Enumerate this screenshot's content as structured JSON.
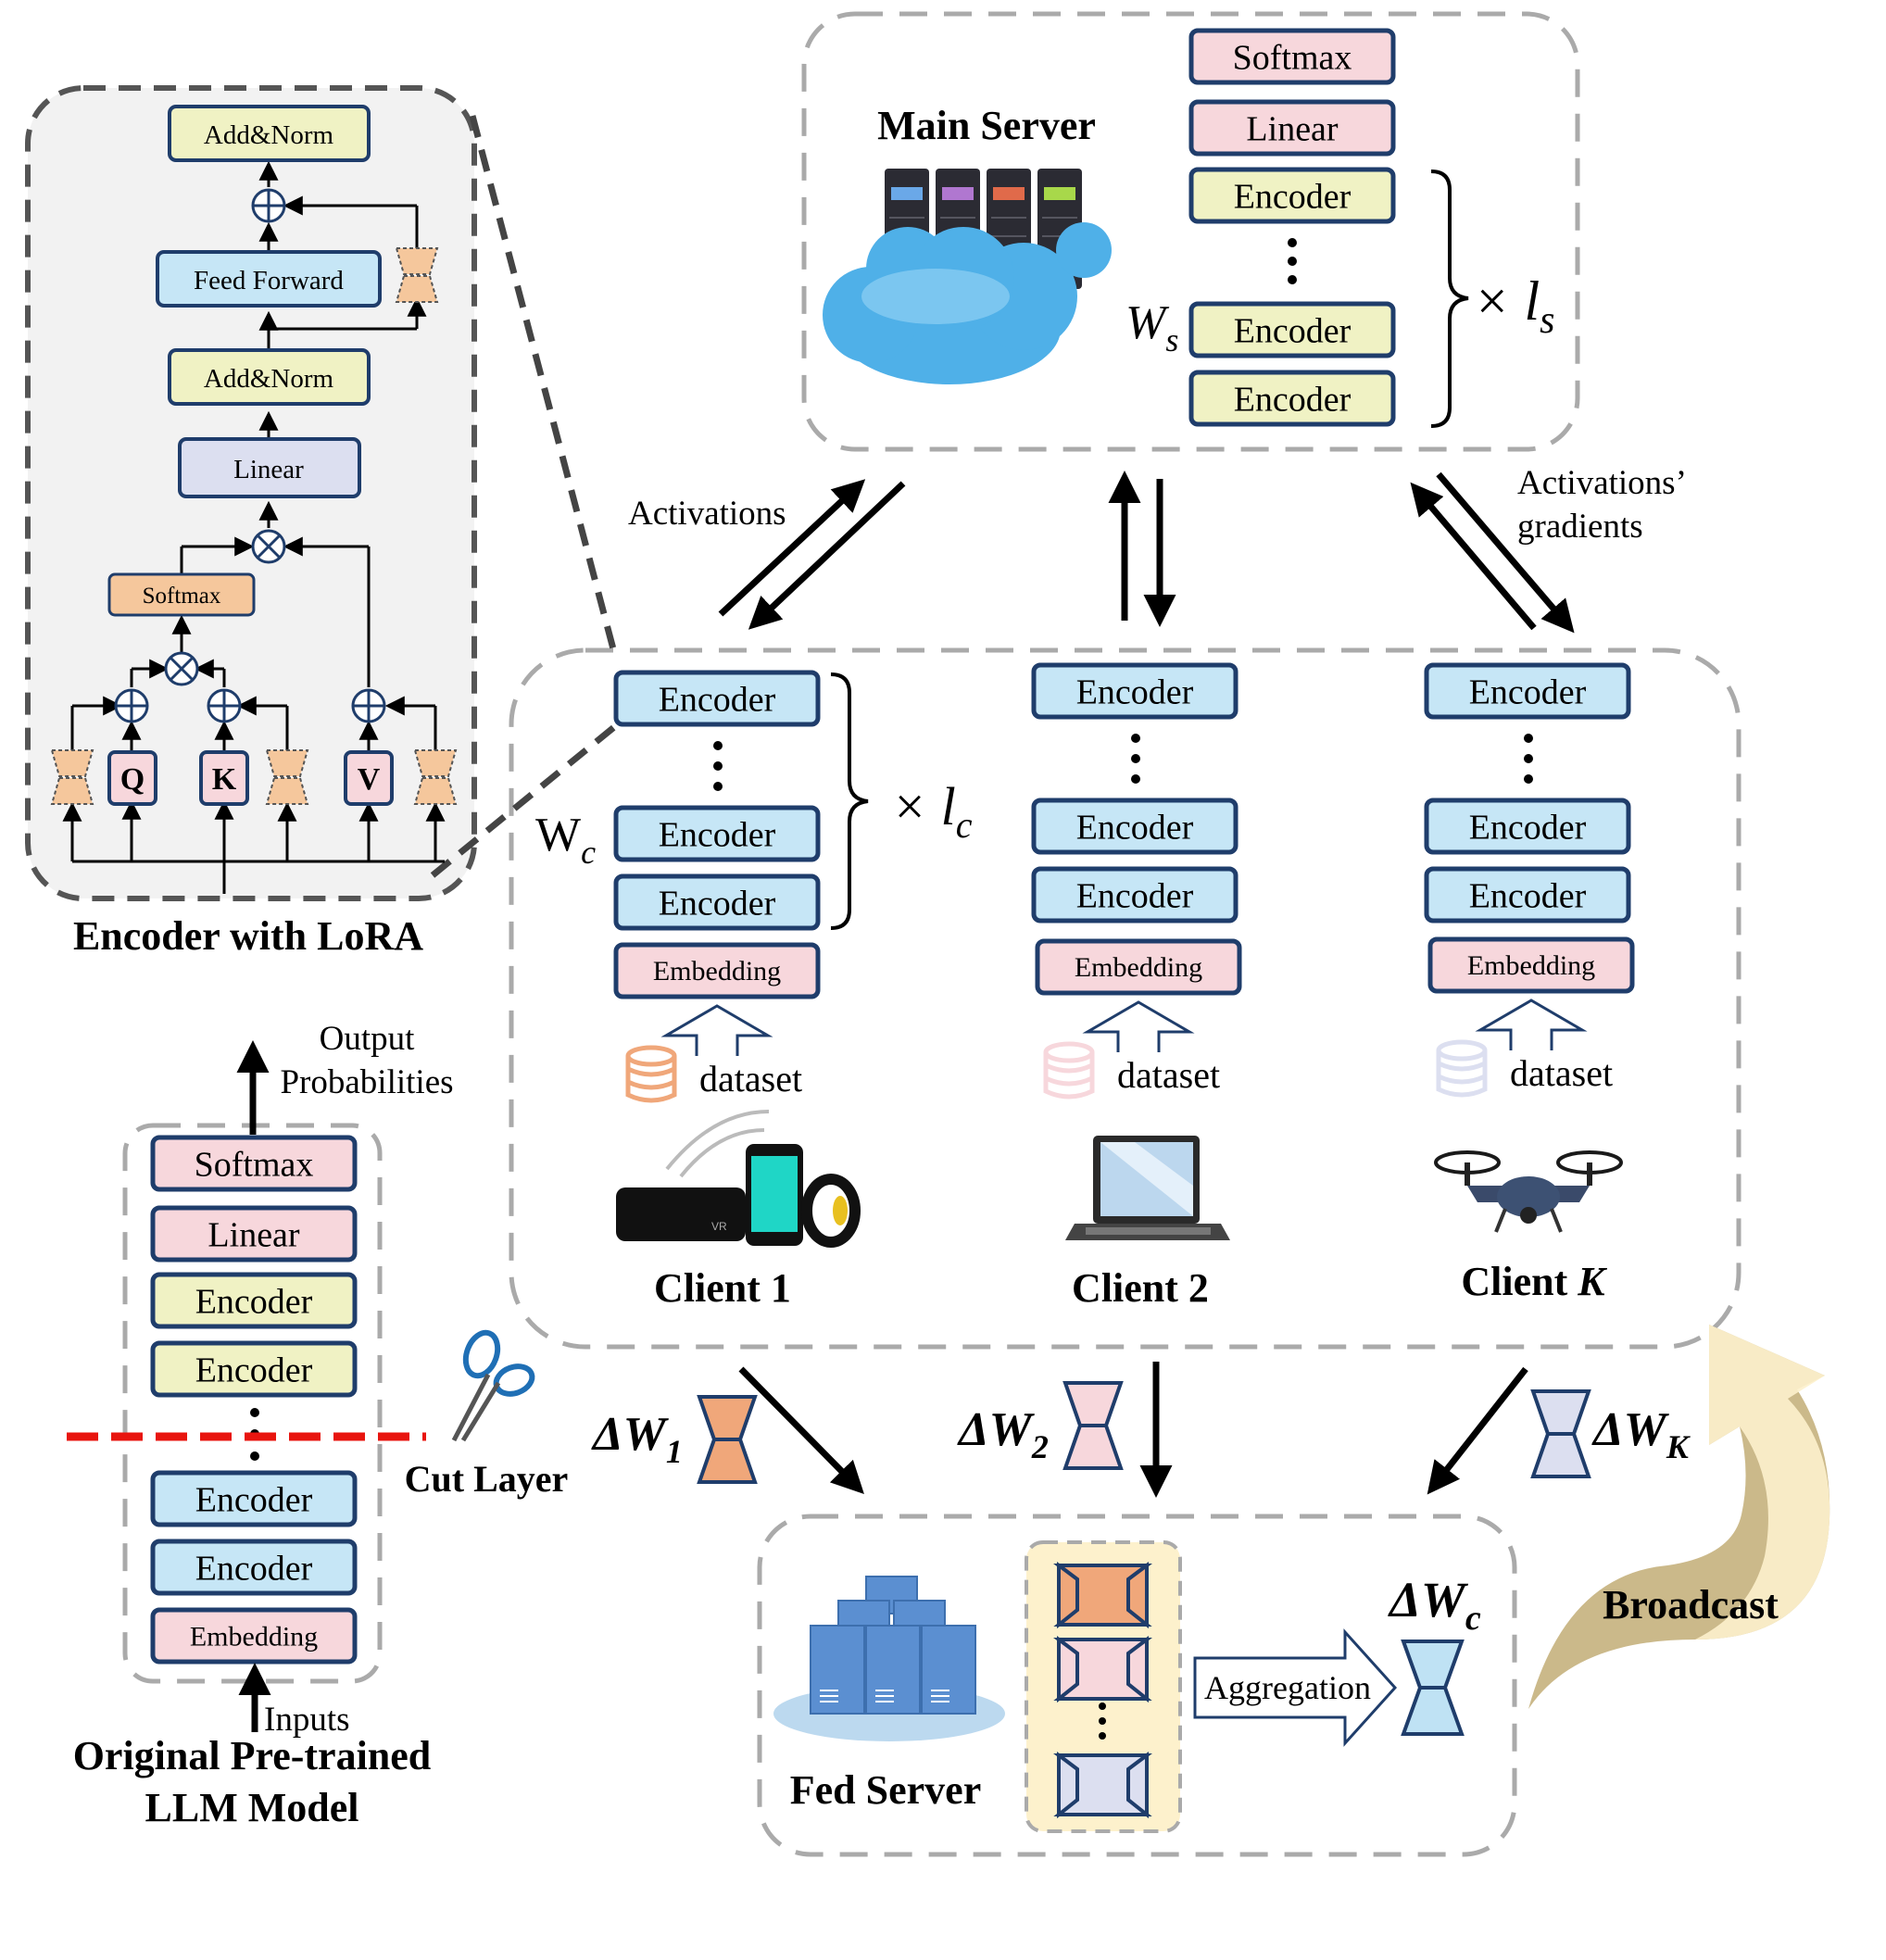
{
  "colors": {
    "yellow": "#f0f2c4",
    "blue": "#c6e6f6",
    "pink": "#f7d7dc",
    "lavender": "#dcdff0",
    "orange": "#f5c79c",
    "border": "#1f3d6b",
    "dashed": "#aaaaaa",
    "inset_bg": "#f2f2f2",
    "cut": "#e8150f",
    "broadcast": "#cbb98a",
    "client1_trap": "#f0a77a",
    "client2_trap": "#f7d7dc",
    "clientK_trap": "#dcdff0",
    "agg_trap": "#bfe2f4"
  },
  "main_server": {
    "title": "Main Server",
    "layers": [
      "Softmax",
      "Linear",
      "Encoder",
      "Encoder",
      "Encoder"
    ],
    "weight_label": "W",
    "weight_sub": "s",
    "repeat_label": "× l",
    "repeat_sub": "s"
  },
  "arrows": {
    "activations": "Activations",
    "gradients_line1": "Activations’",
    "gradients_line2": "gradients"
  },
  "clients": [
    {
      "name": "Client 1",
      "layers": [
        "Encoder",
        "Encoder",
        "Encoder"
      ],
      "embedding": "Embedding",
      "dataset": "dataset",
      "device": "wearables-icon",
      "delta": "ΔW",
      "delta_sub": "1"
    },
    {
      "name": "Client 2",
      "layers": [
        "Encoder",
        "Encoder",
        "Encoder"
      ],
      "embedding": "Embedding",
      "dataset": "dataset",
      "device": "laptop-icon",
      "delta": "ΔW",
      "delta_sub": "2"
    },
    {
      "name": "Client ",
      "name_italic": "K",
      "layers": [
        "Encoder",
        "Encoder",
        "Encoder"
      ],
      "embedding": "Embedding",
      "dataset": "dataset",
      "device": "drone-icon",
      "delta": "ΔW",
      "delta_sub": "K"
    }
  ],
  "client_group": {
    "weight_label": "W",
    "weight_sub": "c",
    "repeat_label": "× l",
    "repeat_sub": "c"
  },
  "fed_server": {
    "title": "Fed Server",
    "aggregation": "Aggregation",
    "result": "ΔW",
    "result_sub": "c",
    "broadcast": "Broadcast"
  },
  "encoder_lora": {
    "caption": "Encoder with LoRA",
    "add_norm_top": "Add&Norm",
    "feed_forward": "Feed Forward",
    "add_norm_mid": "Add&Norm",
    "linear": "Linear",
    "softmax": "Softmax",
    "q": "Q",
    "k": "K",
    "v": "V"
  },
  "original_model": {
    "caption_line1": "Original Pre-trained",
    "caption_line2": "LLM Model",
    "output_line1": "Output",
    "output_line2": "Probabilities",
    "inputs": "Inputs",
    "cut_layer": "Cut Layer",
    "layers": [
      "Softmax",
      "Linear",
      "Encoder",
      "Encoder",
      "Encoder",
      "Encoder",
      "Embedding"
    ]
  }
}
